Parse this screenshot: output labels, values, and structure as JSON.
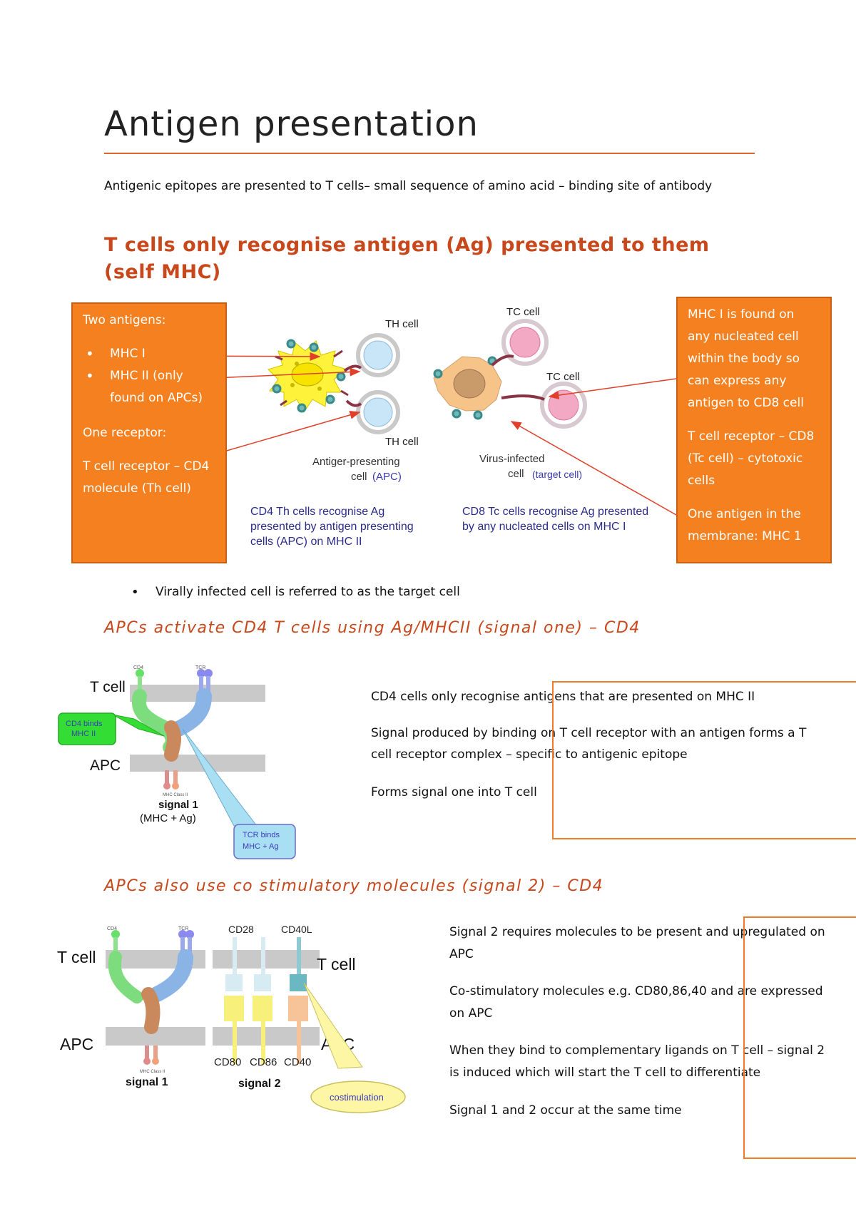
{
  "title": "Antigen presentation",
  "intro": "Antigenic epitopes are presented to T cells– small sequence of amino acid – binding site of antibody",
  "heading_recognise_line1": "T cells only recognise antigen (Ag) presented to them",
  "heading_recognise_line2": "(self MHC)",
  "left_box": {
    "intro": "Two antigens:",
    "items": [
      "MHC I",
      "MHC II (only found on APCs)"
    ],
    "receptor_heading": "One receptor:",
    "receptor_text": "T cell receptor – CD4 molecule (Th cell)"
  },
  "right_box": {
    "p1": "MHC I is found on any nucleated cell within the body so can express any antigen to CD8 cell",
    "p2": "T cell receptor – CD8 (Tc cell) – cytotoxic cells",
    "p3": "One antigen in the membrane: MHC 1"
  },
  "figure1": {
    "th_cell_top": "TH cell",
    "th_cell_bottom": "TH cell",
    "tc_cell_top": "TC cell",
    "tc_cell_mid": "TC cell",
    "apc_label_1": "Antiger-presenting",
    "apc_label_2": "cell",
    "apc_label_3": "(APC)",
    "virus_label_1": "Virus-infected",
    "virus_label_2": "cell",
    "virus_label_3": "(target cell)",
    "caption_cd4": [
      "CD4 Th cells recognise Ag",
      "presented by antigen presenting",
      "cells (APC) on MHC II"
    ],
    "caption_cd8": [
      "CD8 Tc cells recognise Ag presented",
      "by any nucleated cells on MHC I"
    ]
  },
  "bullet_virus": "Virally infected cell is referred to as the target cell",
  "heading_signal1": "APCs activate CD4 T cells using Ag/MHCII (signal one) – CD4",
  "figure2": {
    "cd4_small": "CD4",
    "tcr_small": "TCR",
    "t_cell": "T cell",
    "apc": "APC",
    "mhc_class_small": "MHC Class II",
    "cd4_binds": [
      "CD4 binds",
      "MHC II"
    ],
    "signal_1": "signal 1",
    "mhc_ag": "(MHC + Ag)",
    "tcr_binds": [
      "TCR binds",
      "MHC + Ag"
    ]
  },
  "signal1_paras": [
    "CD4 cells only recognise antigens that are presented on MHC II",
    "Signal produced by binding on T cell receptor with an antigen forms a T",
    "cell receptor complex – specific to antigenic epitope",
    "Forms signal one into T cell"
  ],
  "heading_signal2": "APCs also use co stimulatory molecules (signal 2) – CD4",
  "figure3": {
    "cd4_small": "CD4",
    "tcr_small": "TCR",
    "cd28": "CD28",
    "cd40l": "CD40L",
    "t_cell_left": "T cell",
    "t_cell_right": "T cell",
    "apc_left": "APC",
    "apc_right": "APC",
    "mhc_class_small": "MHC Class II",
    "cd80": "CD80",
    "cd86": "CD86",
    "cd40": "CD40",
    "signal_1": "signal 1",
    "signal_2": "signal 2",
    "costimulation": "costimulation"
  },
  "signal2_paras": [
    [
      "Signal 2 requires molecules to be present and upregulated on",
      "APC"
    ],
    [
      "Co-stimulatory molecules e.g. CD80,86,40 and are expressed",
      "on APC"
    ],
    [
      "When they bind to complementary ligands on T cell – signal 2",
      "is induced which will start the T cell to differentiate"
    ],
    [
      "Signal 1 and 2 occur at the same time"
    ]
  ],
  "colors": {
    "accent": "#c8471b",
    "orange_box": "#f4801f",
    "outline": "#f07a2a",
    "caption_blue": "#2b2b8a",
    "green_callout": "#33dd33",
    "blue_callout": "#a9dff2",
    "yellow_callout": "#fdf6a5"
  }
}
